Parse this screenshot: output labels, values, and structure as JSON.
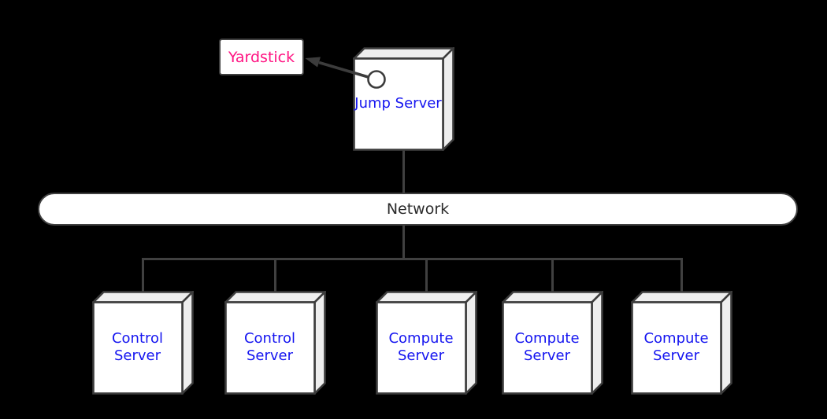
{
  "diagram": {
    "type": "network-architecture",
    "background": "#000000",
    "nodes": {
      "yardstick": {
        "label": "Yardstick"
      },
      "jump_server": {
        "label": "Jump Server",
        "port": "circle-port"
      },
      "network": {
        "label": "Network"
      },
      "servers": [
        {
          "id": "control-server-1",
          "label": "Control Server"
        },
        {
          "id": "control-server-2",
          "label": "Control Server"
        },
        {
          "id": "compute-server-1",
          "label": "Compute Server"
        },
        {
          "id": "compute-server-2",
          "label": "Compute Server"
        },
        {
          "id": "compute-server-3",
          "label": "Compute Server"
        }
      ]
    },
    "edges": [
      {
        "from": "jump-server-port",
        "to": "yardstick",
        "style": "arrow"
      },
      {
        "from": "jump-server",
        "to": "network",
        "style": "line"
      },
      {
        "from": "network",
        "to": "control-server-1",
        "style": "line"
      },
      {
        "from": "network",
        "to": "control-server-2",
        "style": "line"
      },
      {
        "from": "network",
        "to": "compute-server-1",
        "style": "line"
      },
      {
        "from": "network",
        "to": "compute-server-2",
        "style": "line"
      },
      {
        "from": "network",
        "to": "compute-server-3",
        "style": "line"
      }
    ],
    "colors": {
      "line": "#404040",
      "box_border": "#3c3c3c",
      "box_front": "#ffffff",
      "box_side": "#eeeeee",
      "server_label": "#1414f0",
      "yardstick_label": "#ff1482",
      "network_label": "#2b2b2b"
    }
  }
}
